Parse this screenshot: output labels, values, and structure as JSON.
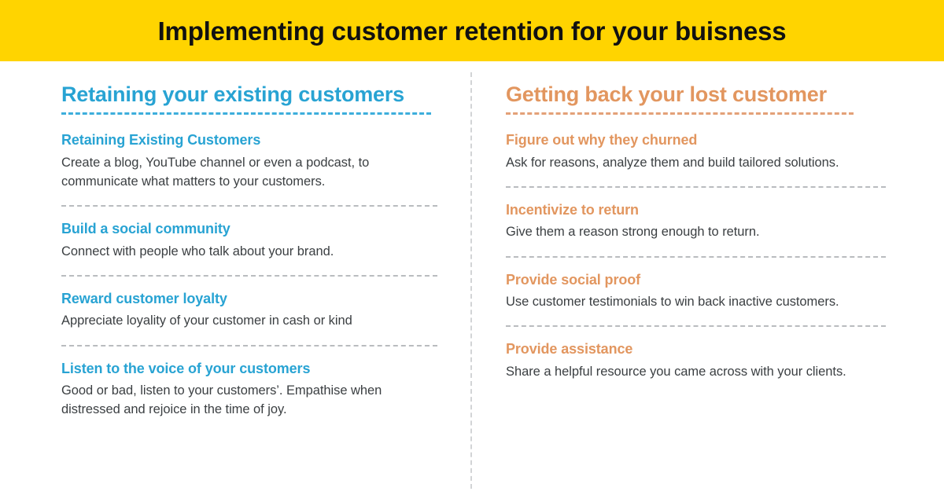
{
  "banner": {
    "title": "Implementing customer retention for your buisness",
    "background_color": "#ffd400",
    "text_color": "#111111"
  },
  "theme": {
    "left_accent": "#28a3d3",
    "right_accent": "#e2965f",
    "body_text": "#3b3f42",
    "divider": "#d2d4d6",
    "page_background": "#ffffff"
  },
  "columns": [
    {
      "id": "retaining",
      "heading": "Retaining your existing customers",
      "accent": "#28a3d3",
      "items": [
        {
          "title": "Retaining Existing Customers",
          "body": "Create a blog, YouTube channel or even a podcast, to communicate what matters to your customers."
        },
        {
          "title": "Build a social community",
          "body": "Connect with people who talk about your brand."
        },
        {
          "title": "Reward customer loyalty",
          "body": "Appreciate loyality of your customer in cash or kind"
        },
        {
          "title": "Listen to the voice of your customers",
          "body": "Good or bad, listen to your customers’. Empathise when distressed and rejoice in the time of joy."
        }
      ]
    },
    {
      "id": "getting-back",
      "heading": "Getting back your lost customer",
      "accent": "#e2965f",
      "items": [
        {
          "title": "Figure out why they churned",
          "body": "Ask for reasons, analyze them and build tailored solutions."
        },
        {
          "title": "Incentivize to return",
          "body": "Give them a reason strong enough to return."
        },
        {
          "title": "Provide social proof",
          "body": "Use customer testimonials to win back inactive customers."
        },
        {
          "title": "Provide assistance",
          "body": "Share a helpful resource you came across with your clients."
        }
      ]
    }
  ]
}
